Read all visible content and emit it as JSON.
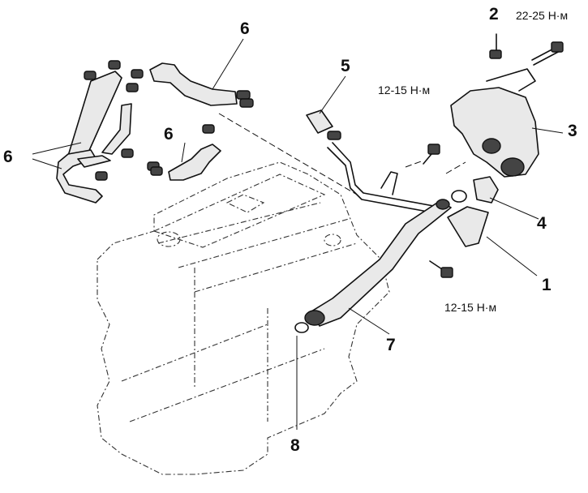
{
  "callouts": {
    "c1": "1",
    "c2": "2",
    "c3": "3",
    "c4": "4",
    "c5": "5",
    "c6_top": "6",
    "c6_mid": "6",
    "c6_left": "6",
    "c7": "7",
    "c8": "8"
  },
  "torques": {
    "bolt_2": "22-25 Н·м",
    "bolt_upper": "12-15 Н·м",
    "bolt_lower": "12-15 Н·м"
  }
}
